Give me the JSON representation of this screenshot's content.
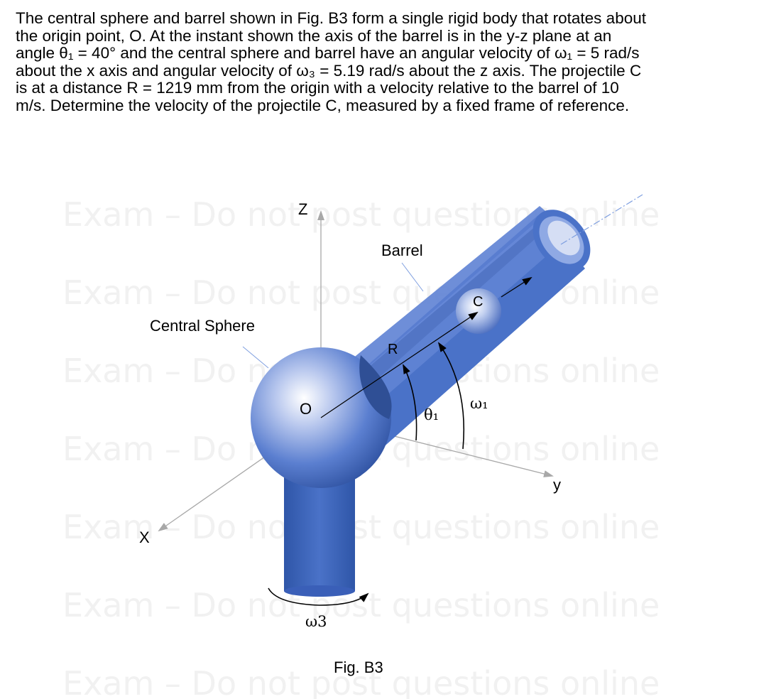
{
  "problem": {
    "lines": [
      "The central sphere and barrel shown in Fig. B3 form a single rigid body that rotates about",
      "the origin point, O. At the instant shown the axis of the barrel is in the y-z plane at an",
      "angle θ₁ = 40° and the central sphere and barrel have an angular velocity of ω₁ = 5 rad/s",
      "about the x axis and angular velocity of ω₃ = 5.19 rad/s about the z axis. The projectile C",
      "is at a distance R = 1219 mm from the origin with a velocity relative to the barrel of 10",
      "m/s. Determine the velocity of the projectile C, measured by a fixed frame of reference."
    ]
  },
  "figure": {
    "watermark": "Exam – Do not post questions online",
    "labels": {
      "z": "Z",
      "x": "X",
      "y": "y",
      "origin": "O",
      "barrel": "Barrel",
      "central_sphere": "Central Sphere",
      "projectile": "C",
      "distance": "R",
      "theta1": "θ₁",
      "omega1": "ω₁",
      "omega3": "ω3"
    },
    "caption": "Fig. B3",
    "colors": {
      "barrel_dark": "#2f56a8",
      "barrel_mid": "#4a72c8",
      "barrel_light": "#7f9fe0",
      "sphere_highlight": "#ffffff",
      "sphere_edge": "#2c4f9e",
      "axis_line": "#808080"
    }
  }
}
